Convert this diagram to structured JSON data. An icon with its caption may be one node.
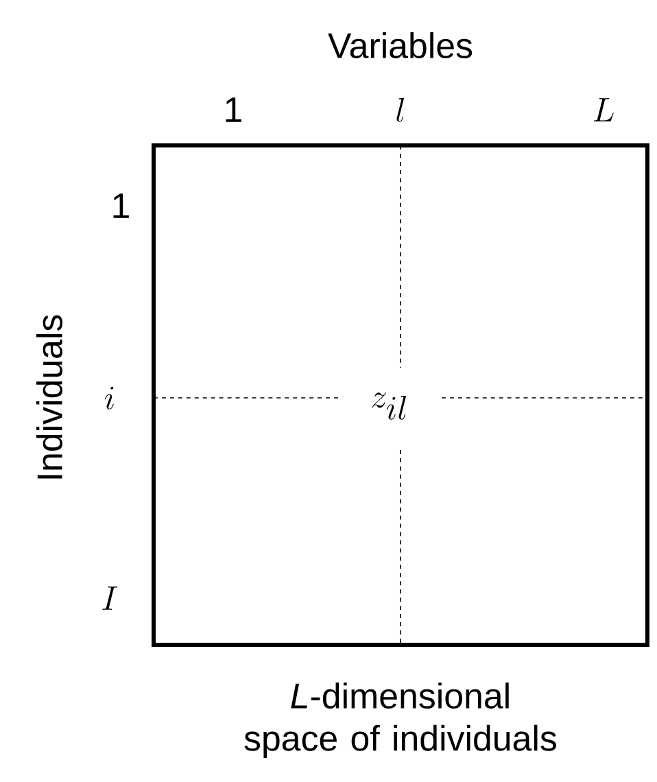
{
  "diagram": {
    "nodes": [
      {
        "text": [
          "z_{il}"
        ]
      }
    ],
    "edges": [],
    "labels": [
      "Variables",
      "1",
      "l",
      "L",
      "1",
      "i",
      "I",
      "Individuals",
      "*L*-dimensional space of individuals"
    ]
  }
}
